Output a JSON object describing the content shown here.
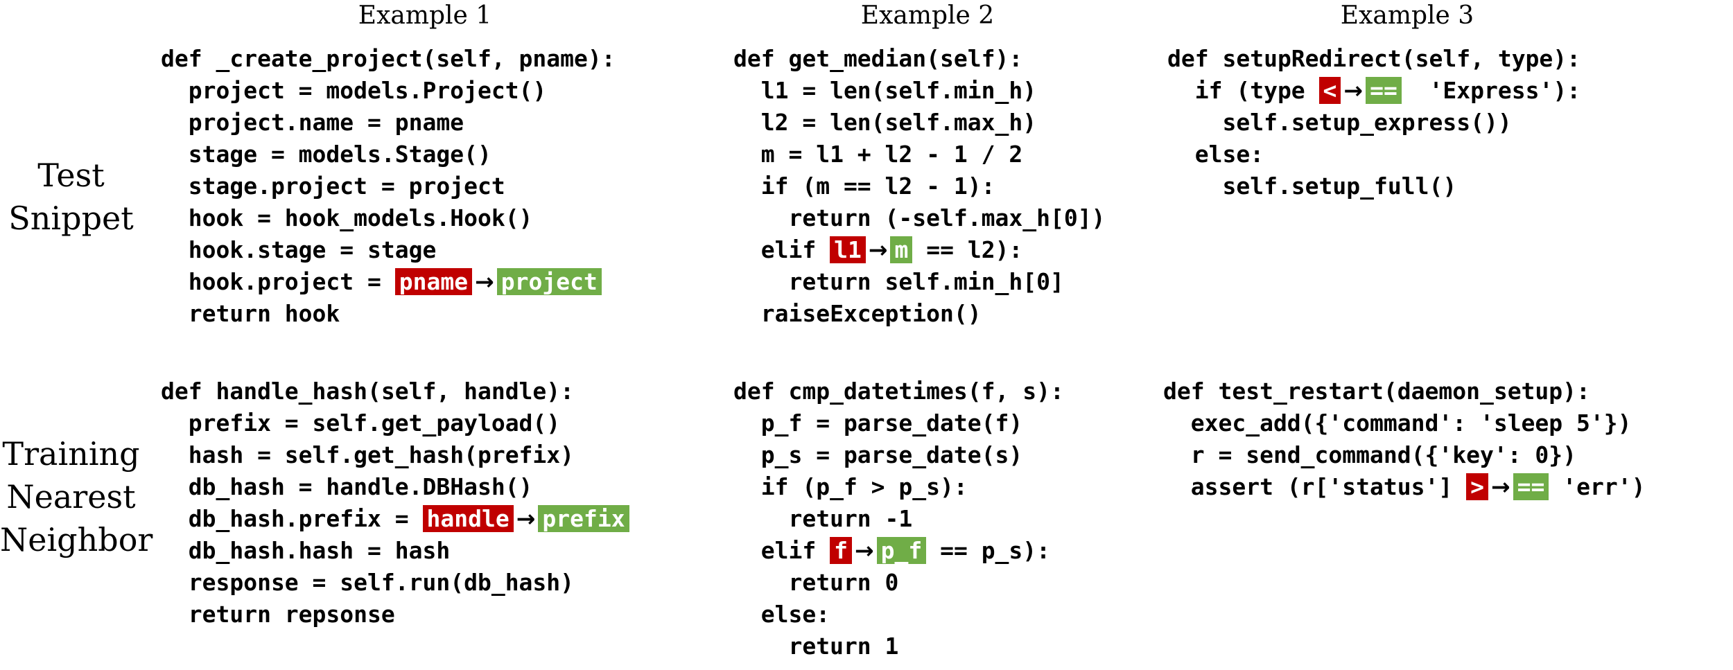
{
  "columns": [
    "Example 1",
    "Example 2",
    "Example 3"
  ],
  "rows": {
    "test": [
      "Test",
      "Snippet"
    ],
    "train": [
      "Training",
      "Nearest",
      "Neighbor"
    ]
  },
  "arrow": "→",
  "snippets": {
    "ex1_test": [
      {
        "pre": "def _create_project(self, pname):"
      },
      {
        "pre": "  project = models.Project()"
      },
      {
        "pre": "  project.name = pname"
      },
      {
        "pre": "  stage = models.Stage()"
      },
      {
        "pre": "  stage.project = project"
      },
      {
        "pre": "  hook = hook_models.Hook()"
      },
      {
        "pre": "  hook.stage = stage"
      },
      {
        "pre": "  hook.project = ",
        "old": "pname",
        "new": "project",
        "post": ""
      },
      {
        "pre": "  return hook"
      }
    ],
    "ex2_test": [
      {
        "pre": "def get_median(self):"
      },
      {
        "pre": "  l1 = len(self.min_h)"
      },
      {
        "pre": "  l2 = len(self.max_h)"
      },
      {
        "pre": "  m = l1 + l2 - 1 / 2"
      },
      {
        "pre": "  if (m == l2 - 1):"
      },
      {
        "pre": "    return (-self.max_h[0])"
      },
      {
        "pre": "  elif ",
        "old": "l1",
        "new": "m",
        "post": " == l2):"
      },
      {
        "pre": "    return self.min_h[0]"
      },
      {
        "pre": "  raiseException()"
      }
    ],
    "ex3_test": [
      {
        "pre": "def setupRedirect(self, type):"
      },
      {
        "pre": "  if (type ",
        "old": "<",
        "new": "==",
        "post": "  'Express'):"
      },
      {
        "pre": "    self.setup_express())"
      },
      {
        "pre": "  else:"
      },
      {
        "pre": "    self.setup_full()"
      }
    ],
    "ex1_train": [
      {
        "pre": "def handle_hash(self, handle):"
      },
      {
        "pre": "  prefix = self.get_payload()"
      },
      {
        "pre": "  hash = self.get_hash(prefix)"
      },
      {
        "pre": "  db_hash = handle.DBHash()"
      },
      {
        "pre": "  db_hash.prefix = ",
        "old": "handle",
        "new": "prefix",
        "post": ""
      },
      {
        "pre": "  db_hash.hash = hash"
      },
      {
        "pre": "  response = self.run(db_hash)"
      },
      {
        "pre": "  return repsonse"
      }
    ],
    "ex2_train": [
      {
        "pre": "def cmp_datetimes(f, s):"
      },
      {
        "pre": "  p_f = parse_date(f)"
      },
      {
        "pre": "  p_s = parse_date(s)"
      },
      {
        "pre": "  if (p_f > p_s):"
      },
      {
        "pre": "    return -1"
      },
      {
        "pre": "  elif ",
        "old": "f",
        "new": "p_f",
        "post": " == p_s):"
      },
      {
        "pre": "    return 0"
      },
      {
        "pre": "  else:"
      },
      {
        "pre": "    return 1"
      }
    ],
    "ex3_train": [
      {
        "pre": "def test_restart(daemon_setup):"
      },
      {
        "pre": "  exec_add({'command': 'sleep 5'})"
      },
      {
        "pre": "  r = send_command({'key': 0})"
      },
      {
        "pre": "  assert (r['status'] ",
        "old": ">",
        "new": "==",
        "post": " 'err')"
      }
    ]
  }
}
